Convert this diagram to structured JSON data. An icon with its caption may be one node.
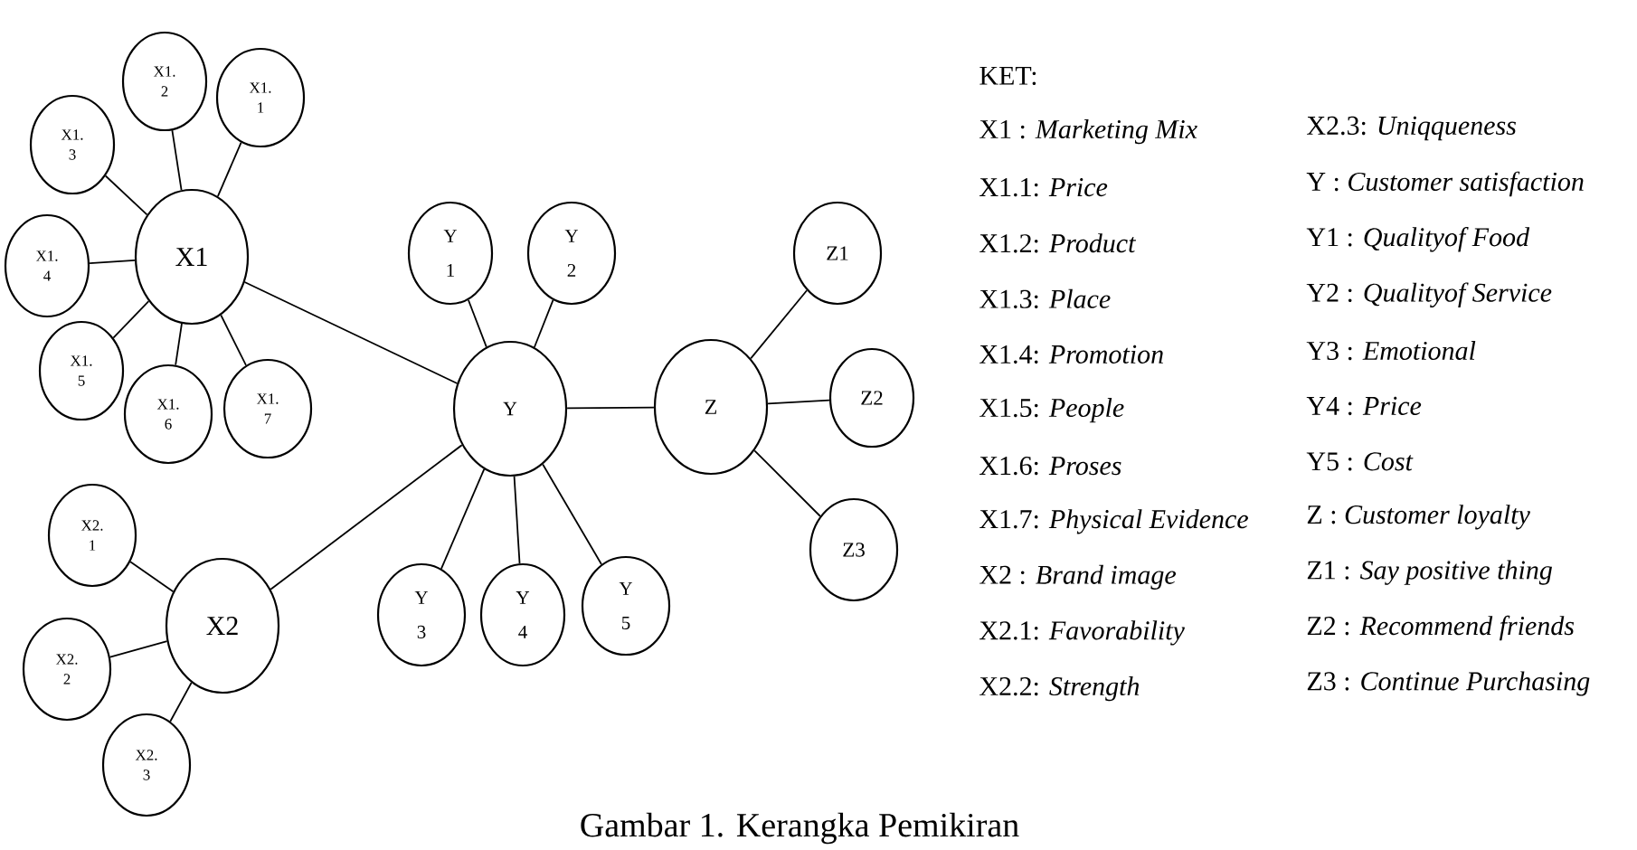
{
  "diagram": {
    "caption": "Gambar 1. Kerangka Pemikiran",
    "nodes": [
      {
        "text": [
          "X1"
        ]
      },
      {
        "text": [
          "X1. 1"
        ]
      },
      {
        "text": [
          "X1. 2"
        ]
      },
      {
        "text": [
          "X1. 3"
        ]
      },
      {
        "text": [
          "X1. 4"
        ]
      },
      {
        "text": [
          "X1. 5"
        ]
      },
      {
        "text": [
          "X1. 6"
        ]
      },
      {
        "text": [
          "X1. 7"
        ]
      },
      {
        "text": [
          "X2"
        ]
      },
      {
        "text": [
          "X2. 1"
        ]
      },
      {
        "text": [
          "X2. 2"
        ]
      },
      {
        "text": [
          "X2. 3"
        ]
      },
      {
        "text": [
          "Y"
        ]
      },
      {
        "text": [
          "Y 1"
        ]
      },
      {
        "text": [
          "Y 2"
        ]
      },
      {
        "text": [
          "Y 3"
        ]
      },
      {
        "text": [
          "Y 4"
        ]
      },
      {
        "text": [
          "Y 5"
        ]
      },
      {
        "text": [
          "Z"
        ]
      },
      {
        "text": [
          "Z1"
        ]
      },
      {
        "text": [
          "Z2"
        ]
      },
      {
        "text": [
          "Z3"
        ]
      }
    ],
    "edges": [
      {
        "from": 1,
        "to": 0,
        "arrow": "none"
      },
      {
        "from": 2,
        "to": 0,
        "arrow": "none"
      },
      {
        "from": 3,
        "to": 0,
        "arrow": "none"
      },
      {
        "from": 4,
        "to": 0,
        "arrow": "none"
      },
      {
        "from": 5,
        "to": 0,
        "arrow": "none"
      },
      {
        "from": 6,
        "to": 0,
        "arrow": "none"
      },
      {
        "from": 7,
        "to": 0,
        "arrow": "none"
      },
      {
        "from": 0,
        "to": 12,
        "arrow": "none"
      },
      {
        "from": 9,
        "to": 8,
        "arrow": "none"
      },
      {
        "from": 10,
        "to": 8,
        "arrow": "none"
      },
      {
        "from": 11,
        "to": 8,
        "arrow": "none"
      },
      {
        "from": 8,
        "to": 12,
        "arrow": "none"
      },
      {
        "from": 13,
        "to": 12,
        "arrow": "none"
      },
      {
        "from": 14,
        "to": 12,
        "arrow": "none"
      },
      {
        "from": 15,
        "to": 12,
        "arrow": "none"
      },
      {
        "from": 16,
        "to": 12,
        "arrow": "none"
      },
      {
        "from": 17,
        "to": 12,
        "arrow": "none"
      },
      {
        "from": 12,
        "to": 18,
        "arrow": "none"
      },
      {
        "from": 19,
        "to": 18,
        "arrow": "none"
      },
      {
        "from": 20,
        "to": 18,
        "arrow": "none"
      },
      {
        "from": 21,
        "to": 18,
        "arrow": "none"
      }
    ],
    "labels": [
      "KET:",
      "X1 : *Marketing Mix*",
      "X1.1: *Price*",
      "X1.2: *Product*",
      "X1.3: *Place*",
      "X1.4: *Promotion*",
      "X1.5: *People*",
      "X1.6: *Proses*",
      "X1.7: *Physical Evidence*",
      "X2 : *Brand image*",
      "X2.1: *Favorability*",
      "X2.2: *Strength*",
      "X2.3: *Uniqqueness*",
      "Y : *Customer satisfaction*",
      "Y1 : *Qualityof Food*",
      "Y2 : *Qualityof Service*",
      "Y3 : *Emotional*",
      "Y4 : *Price*",
      "Y5 : *Cost*",
      "Z : *Customer loyalty*",
      "Z1 : *Say positive thing*",
      "Z2 : *Recommend friends*",
      "Z3 : *Continue Purchasing*"
    ]
  }
}
